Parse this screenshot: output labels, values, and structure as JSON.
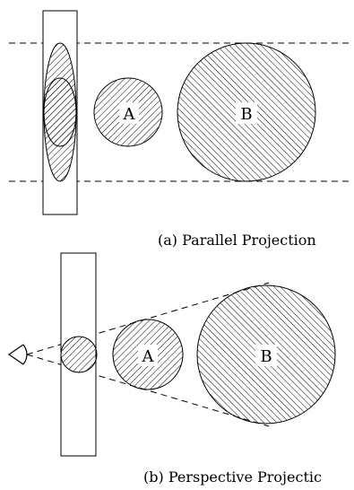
{
  "diagram": {
    "parallel": {
      "label_a": "A",
      "label_b": "B",
      "caption": "(a) Parallel Projection"
    },
    "perspective": {
      "label_a": "A",
      "label_b": "B",
      "caption": "(b) Perspective Projectic"
    }
  }
}
